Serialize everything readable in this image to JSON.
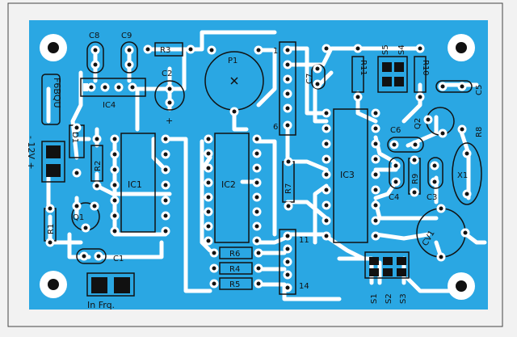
{
  "colors": {
    "board": "#2aa7e3",
    "copper": "#ffffff",
    "silk": "#111111",
    "pad_ring": "#ffffff"
  },
  "labels": {
    "c8": "C8",
    "c9": "C9",
    "r3": "R3",
    "p1": "P1",
    "pin1": "1",
    "s5": "S5",
    "s4": "S4",
    "c2": "C2",
    "plus": "+",
    "ic4": "IC4",
    "callsign": "F6BQU",
    "c7": "C7",
    "r11": "R11",
    "r10": "R10",
    "c5": "C5",
    "pin6": "6",
    "c6": "C6",
    "q2": "Q2",
    "r8": "R8",
    "d1": "D1",
    "supply": "- 12V +",
    "r2": "R2",
    "ic1": "IC1",
    "ic2": "IC2",
    "r7": "R7",
    "ic3": "IC3",
    "x1": "X1",
    "r9": "R9",
    "c4": "C4",
    "c3": "C3",
    "r1": "R1",
    "q1": "Q1",
    "cv1": "CV1",
    "pin11": "11",
    "r6": "R6",
    "c1": "C1",
    "r4": "R4",
    "r5": "R5",
    "pin14": "14",
    "in_frq": "In Frq.",
    "s1": "S1",
    "s2": "S2",
    "s3": "S3"
  }
}
